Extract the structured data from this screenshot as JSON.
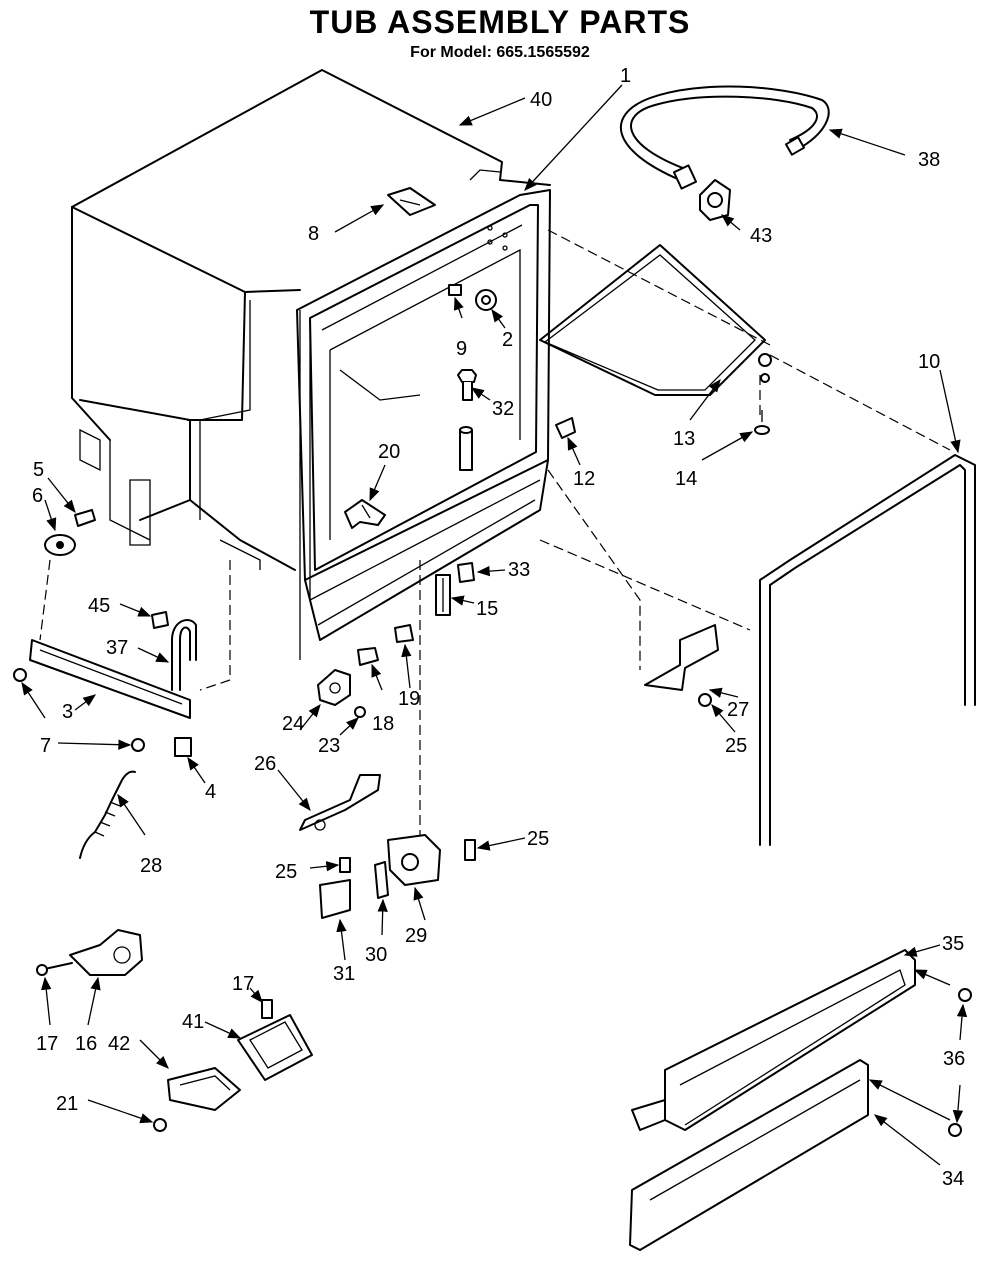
{
  "title": "TUB ASSEMBLY PARTS",
  "subtitle": "For Model: 665.1565592",
  "callouts": {
    "c1": "1",
    "c2": "2",
    "c3": "3",
    "c4": "4",
    "c5": "5",
    "c6": "6",
    "c7": "7",
    "c8": "8",
    "c9": "9",
    "c10": "10",
    "c12": "12",
    "c13": "13",
    "c14": "14",
    "c15": "15",
    "c16": "16",
    "c17a": "17",
    "c17b": "17",
    "c18": "18",
    "c19": "19",
    "c20": "20",
    "c21": "21",
    "c23": "23",
    "c24": "24",
    "c25a": "25",
    "c25b": "25",
    "c25c": "25",
    "c26": "26",
    "c27": "27",
    "c28": "28",
    "c29": "29",
    "c30": "30",
    "c31": "31",
    "c32": "32",
    "c33": "33",
    "c34": "34",
    "c35": "35",
    "c36": "36",
    "c37": "37",
    "c38": "38",
    "c40": "40",
    "c41": "41",
    "c42": "42",
    "c43": "43",
    "c45": "45"
  }
}
